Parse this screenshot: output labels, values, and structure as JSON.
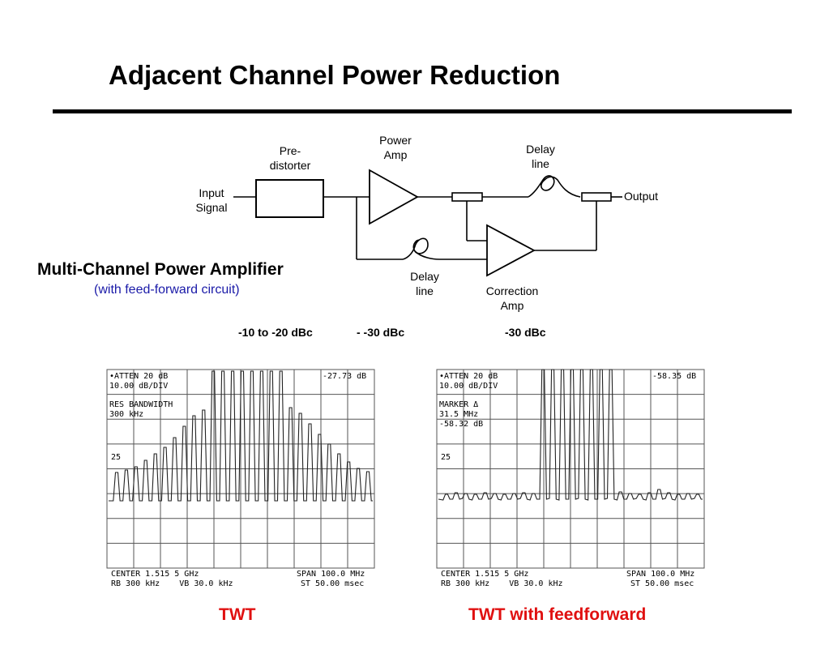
{
  "title": "Adjacent Channel Power Reduction",
  "diagram": {
    "input_label": [
      "Input",
      "Signal"
    ],
    "predistorter_label": [
      "Pre-",
      "distorter"
    ],
    "power_amp_label": [
      "Power",
      "Amp"
    ],
    "delay_line_top_label": [
      "Delay",
      "line"
    ],
    "output_label": "Output",
    "delay_line_bottom_label": [
      "Delay",
      "line"
    ],
    "correction_amp_label": [
      "Correction",
      "Amp"
    ]
  },
  "amplifier_title": "Multi-Channel Power Amplifier",
  "amplifier_subtitle": "(with feed-forward circuit)",
  "levels": {
    "level1": "-10 to -20 dBc",
    "level2": "- -30 dBc",
    "level3": "-30 dBc"
  },
  "colors": {
    "caption": "#e01010",
    "subtitle": "#1a1aa8"
  },
  "spectra": [
    {
      "caption": "TWT",
      "header_lines": [
        "•ATTEN 20 dB",
        "10.00 dB/DIV",
        "RES BANDWIDTH",
        "300 kHz"
      ],
      "reference_level_mark": "25",
      "top_right_readout": "-27.73 dB",
      "footer_left": [
        "CENTER 1.515 5 GHz",
        "RB 300 kHz    VB 30.0 kHz"
      ],
      "footer_right": [
        "SPAN 100.0 MHz",
        "ST 50.00 msec"
      ]
    },
    {
      "caption": "TWT with feedforward",
      "header_lines": [
        "•ATTEN 20 dB",
        "10.00 dB/DIV",
        "MARKER Δ",
        "31.5 MHz",
        "-58.32 dB"
      ],
      "reference_level_mark": "25",
      "top_right_readout": "-58.35 dB",
      "footer_left": [
        "CENTER 1.515 5 GHz",
        "RB 300 kHz    VB 30.0 kHz"
      ],
      "footer_right": [
        "SPAN 100.0 MHz",
        "ST 50.00 msec"
      ]
    }
  ]
}
